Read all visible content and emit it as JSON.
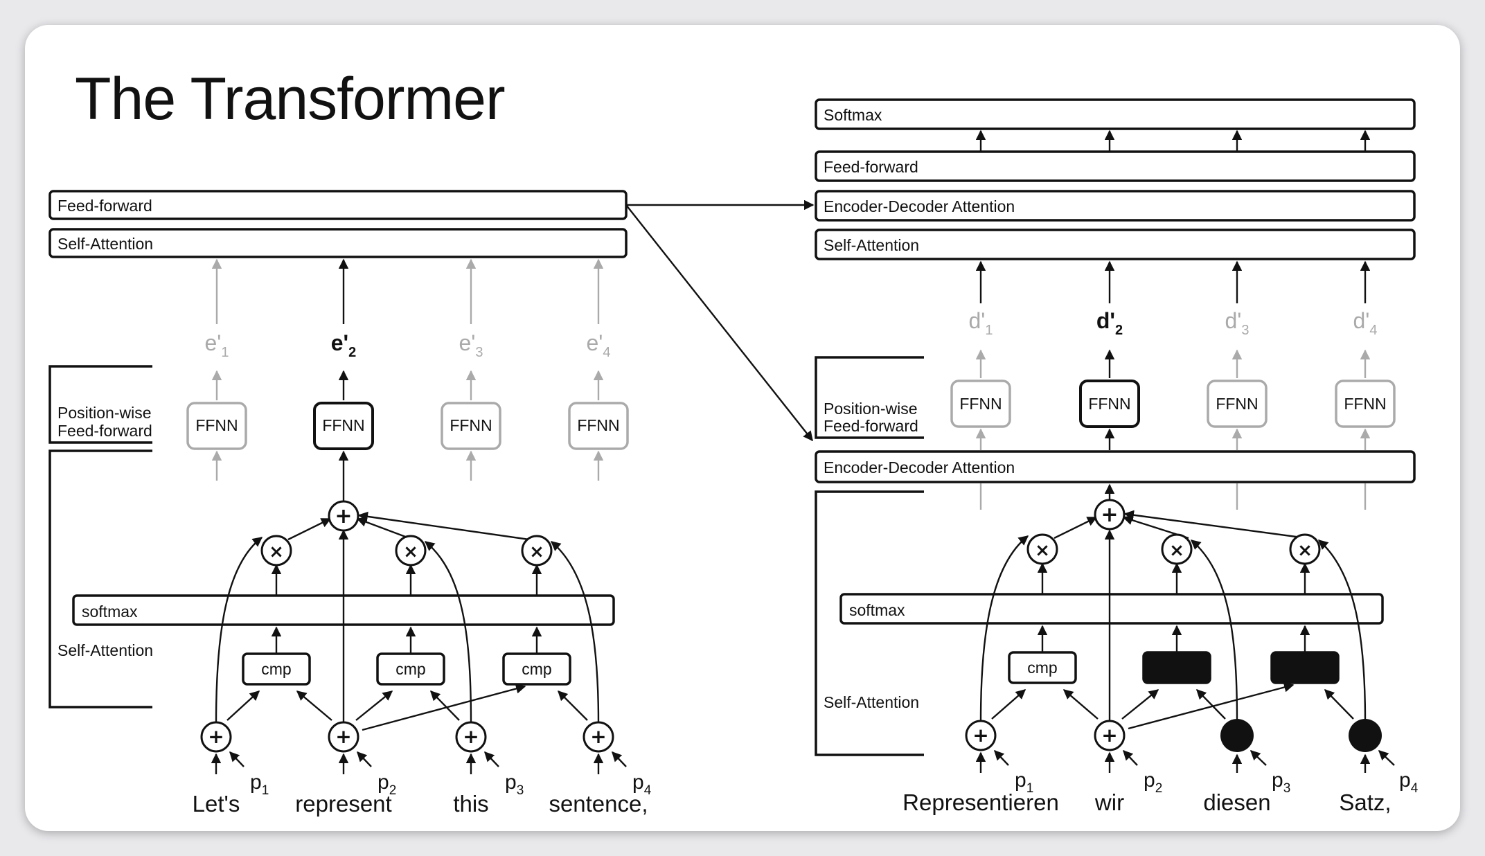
{
  "title": "The Transformer",
  "encoder": {
    "feed_forward_label": "Feed-forward",
    "self_attention_label": "Self-Attention",
    "position_wise_label": [
      "Position-wise",
      "Feed-forward"
    ],
    "self_attention_block_label": "Self-Attention",
    "softmax_label": "softmax",
    "ffnn_label": "FFNN",
    "cmp_label": "cmp",
    "outputs": [
      {
        "base": "e'",
        "sub": "1",
        "active": false
      },
      {
        "base": "e'",
        "sub": "2",
        "active": true
      },
      {
        "base": "e'",
        "sub": "3",
        "active": false
      },
      {
        "base": "e'",
        "sub": "4",
        "active": false
      }
    ],
    "positions": [
      {
        "base": "p",
        "sub": "1"
      },
      {
        "base": "p",
        "sub": "2"
      },
      {
        "base": "p",
        "sub": "3"
      },
      {
        "base": "p",
        "sub": "4"
      }
    ],
    "words": [
      "Let's",
      "represent",
      "this",
      "sentence,"
    ]
  },
  "decoder": {
    "softmax_top_label": "Softmax",
    "feed_forward_label": "Feed-forward",
    "enc_dec_attention_label": "Encoder-Decoder Attention",
    "self_attention_label": "Self-Attention",
    "position_wise_label": [
      "Position-wise",
      "Feed-forward"
    ],
    "enc_dec_attention_inner_label": "Encoder-Decoder Attention",
    "self_attention_block_label": "Self-Attention",
    "softmax_label": "softmax",
    "ffnn_label": "FFNN",
    "cmp_label": "cmp",
    "outputs": [
      {
        "base": "d'",
        "sub": "1",
        "active": false
      },
      {
        "base": "d'",
        "sub": "2",
        "active": true
      },
      {
        "base": "d'",
        "sub": "3",
        "active": false
      },
      {
        "base": "d'",
        "sub": "4",
        "active": false
      }
    ],
    "positions": [
      {
        "base": "p",
        "sub": "1"
      },
      {
        "base": "p",
        "sub": "2"
      },
      {
        "base": "p",
        "sub": "3"
      },
      {
        "base": "p",
        "sub": "4"
      }
    ],
    "words": [
      "Representieren",
      "wir",
      "diesen",
      "Satz,"
    ]
  },
  "colors": {
    "ink": "#111111",
    "faded": "#aaaaaa",
    "slide": "#ffffff",
    "background": "#e9e9ec"
  }
}
